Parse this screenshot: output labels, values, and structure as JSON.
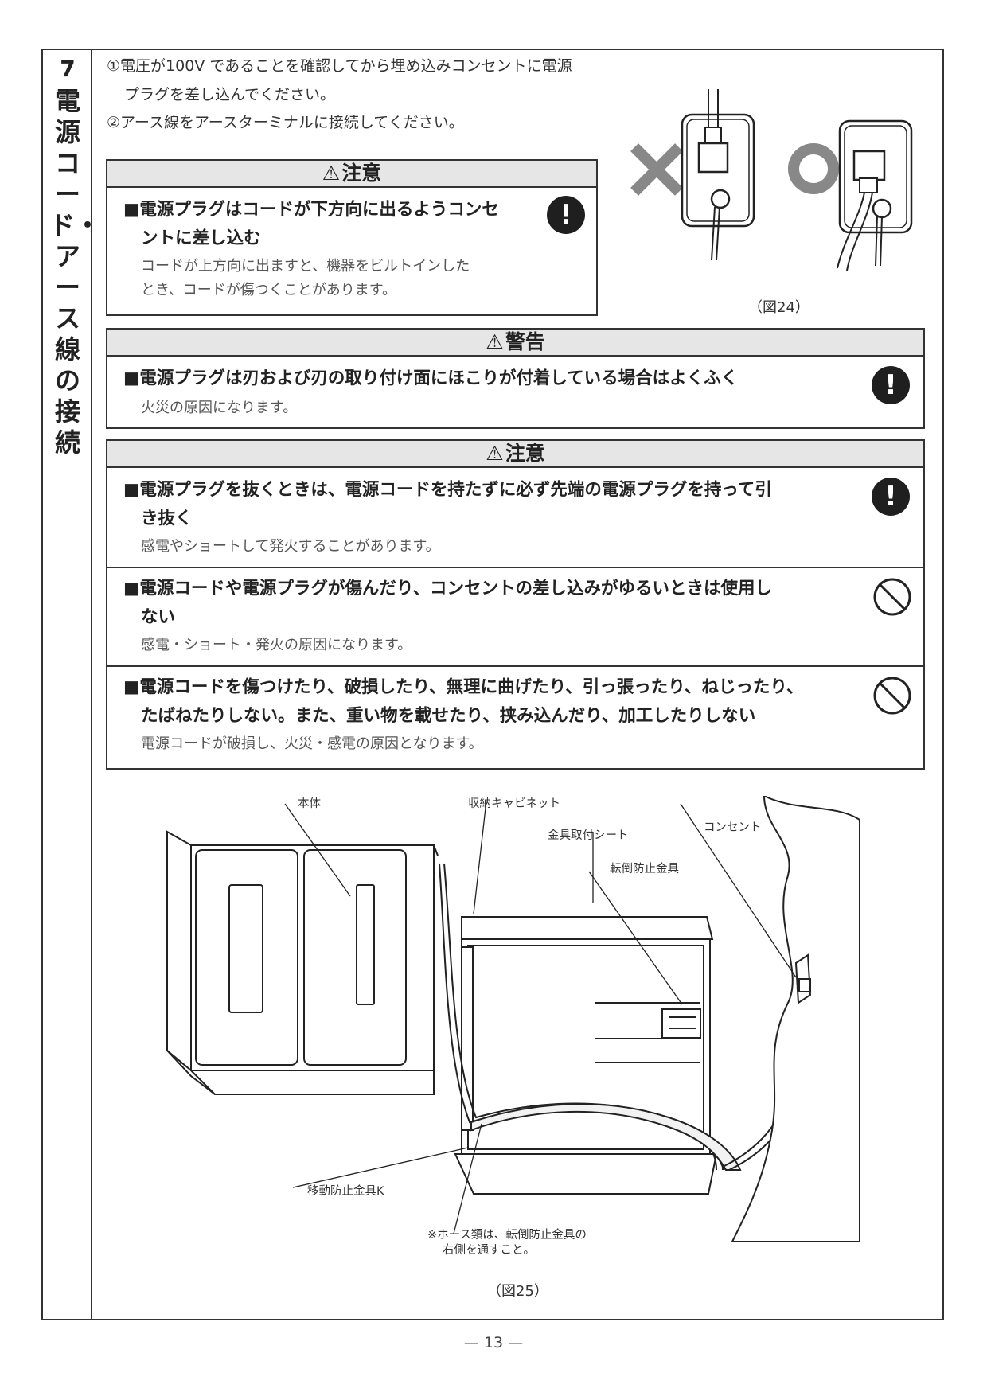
{
  "section": {
    "number": "7",
    "title": "電源コード・アース線の接続"
  },
  "instructions": {
    "line1": "①電圧が100V であることを確認してから埋め込みコンセントに電源",
    "line1b": "プラグを差し込んでください。",
    "line2": "②アース線をアースターミナルに接続してください。"
  },
  "caution1": {
    "header": "注意",
    "title_line1": "■電源プラグはコードが下方向に出るようコンセ",
    "title_line2": "ントに差し込む",
    "desc_line1": "コードが上方向に出ますと、機器をビルトインした",
    "desc_line2": "とき、コードが傷つくことがあります。",
    "icon": "exclamation-icon"
  },
  "figure24": {
    "caption": "（図24）",
    "wrong_mark": "×",
    "right_mark": "○"
  },
  "warning": {
    "header": "警告",
    "title": "■電源プラグは刃および刃の取り付け面にほこりが付着している場合はよくふく",
    "desc": "火災の原因になります。",
    "icon": "exclamation-icon"
  },
  "caution2": {
    "header": "注意",
    "items": [
      {
        "title_line1": "■電源プラグを抜くときは、電源コードを持たずに必ず先端の電源プラグを持って引",
        "title_line2": "き抜く",
        "desc": "感電やショートして発火することがあります。",
        "icon": "exclamation-icon"
      },
      {
        "title_line1": "■電源コードや電源プラグが傷んだり、コンセントの差し込みがゆるいときは使用し",
        "title_line2": "ない",
        "desc": "感電・ショート・発火の原因になります。",
        "icon": "prohibited-icon"
      },
      {
        "title_line1": "■電源コードを傷つけたり、破損したり、無理に曲げたり、引っ張ったり、ねじったり、",
        "title_line2": "たばねたりしない。また、重い物を載せたり、挟み込んだり、加工したりしない",
        "desc": "電源コードが破損し、火災・感電の原因となります。",
        "icon": "prohibited-icon"
      }
    ]
  },
  "figure25": {
    "caption": "（図25）",
    "labels": {
      "body": "本体",
      "cabinet": "収納キャビネット",
      "fitting_sheet": "金具取付シート",
      "outlet": "コンセント",
      "anti_tip": "転倒防止金具",
      "anti_move": "移動防止金具K"
    },
    "note_line1": "※ホース類は、転倒防止金具の",
    "note_line2": "右側を通すこと。"
  },
  "page_number": "— 13 —"
}
